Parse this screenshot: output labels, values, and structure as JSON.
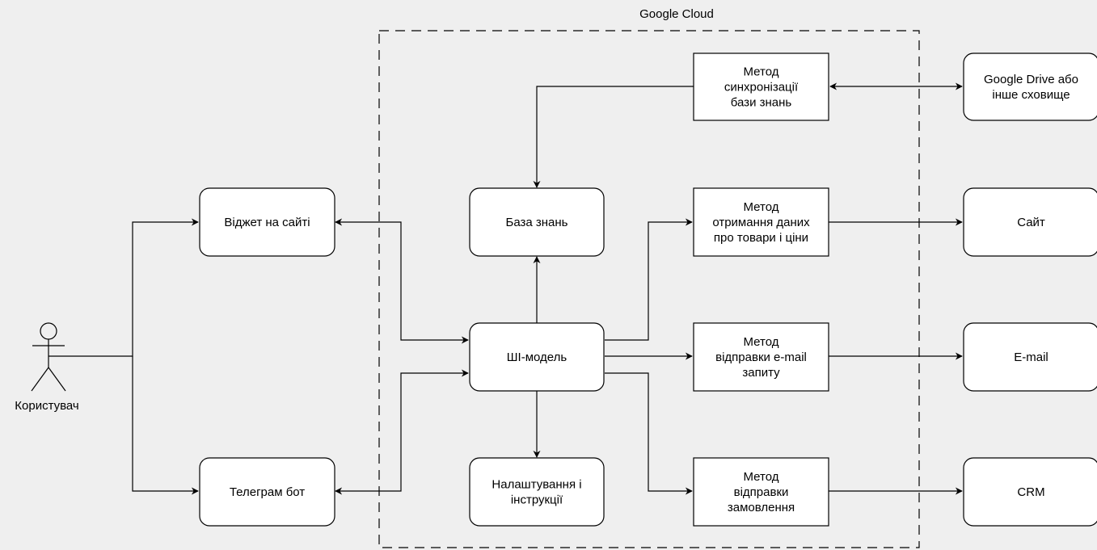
{
  "cloud": {
    "label": "Google Cloud"
  },
  "actor": {
    "label": "Користувач"
  },
  "nodes": {
    "widget": [
      "Віджет на сайті"
    ],
    "telegram": [
      "Телеграм бот"
    ],
    "kb": [
      "База знань"
    ],
    "ai": [
      "ШІ-модель"
    ],
    "settings": [
      "Налаштування і",
      "інструкції"
    ],
    "sync": [
      "Метод",
      "синхронізації",
      "бази знань"
    ],
    "products": [
      "Метод",
      "отримання даних",
      "про товари і ціни"
    ],
    "email_method": [
      "Метод",
      "відправки e-mail",
      "запиту"
    ],
    "order": [
      "Метод",
      "відправки",
      "замовлення"
    ],
    "drive": [
      "Google Drive або",
      "інше сховище"
    ],
    "site": [
      "Сайт"
    ],
    "email": [
      "E-mail"
    ],
    "crm": [
      "CRM"
    ]
  },
  "colors": {
    "background": "#efefef",
    "node_fill": "#ffffff",
    "stroke": "#000000"
  }
}
